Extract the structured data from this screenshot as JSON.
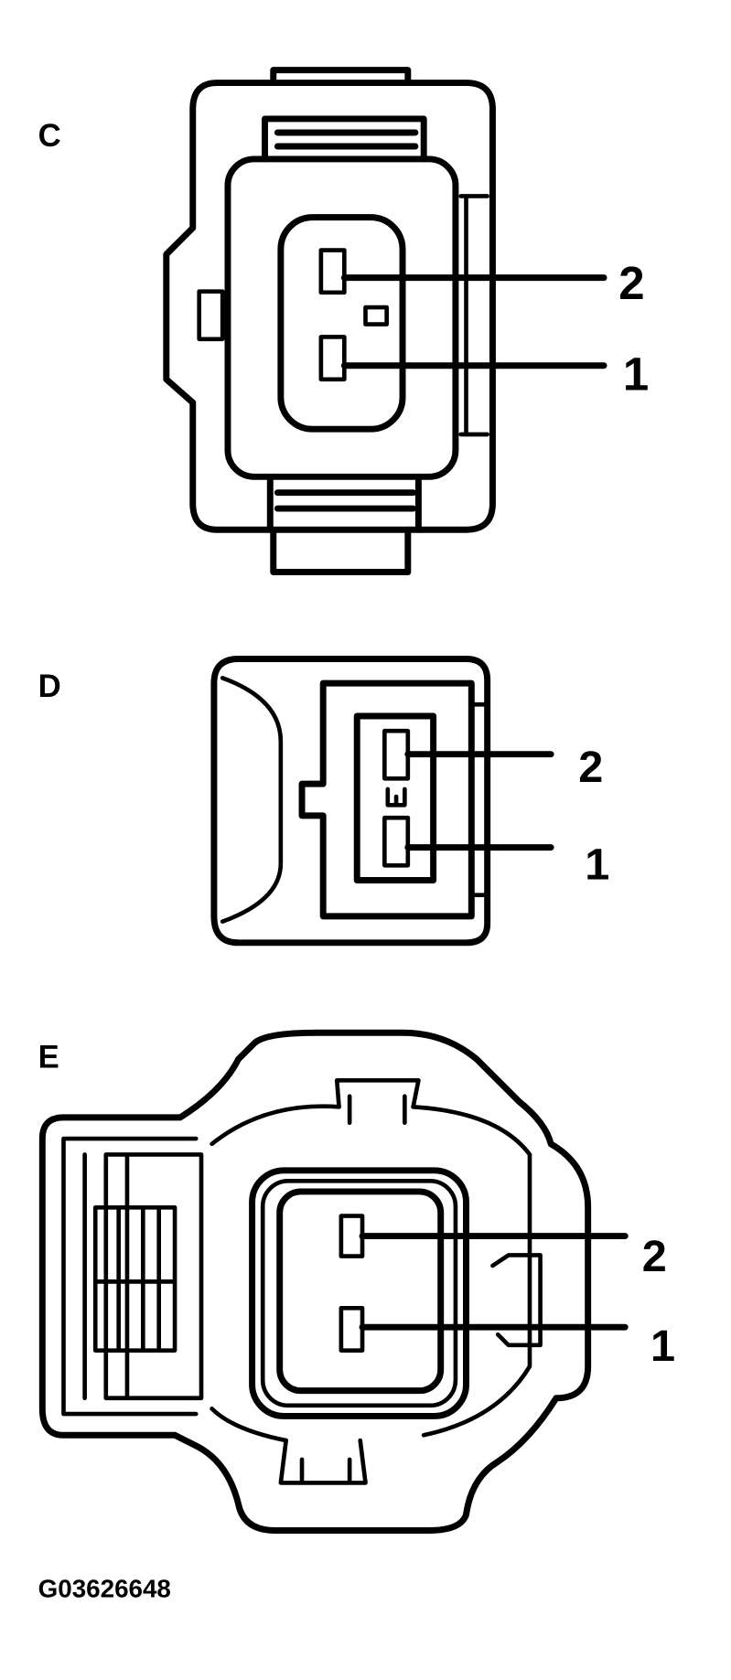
{
  "connectors": [
    {
      "label": "C",
      "pins": [
        {
          "number": "2"
        },
        {
          "number": "1"
        }
      ]
    },
    {
      "label": "D",
      "pins": [
        {
          "number": "2"
        },
        {
          "number": "1"
        }
      ]
    },
    {
      "label": "E",
      "pins": [
        {
          "number": "2"
        },
        {
          "number": "1"
        }
      ]
    }
  ],
  "figure_id": "G03626648"
}
